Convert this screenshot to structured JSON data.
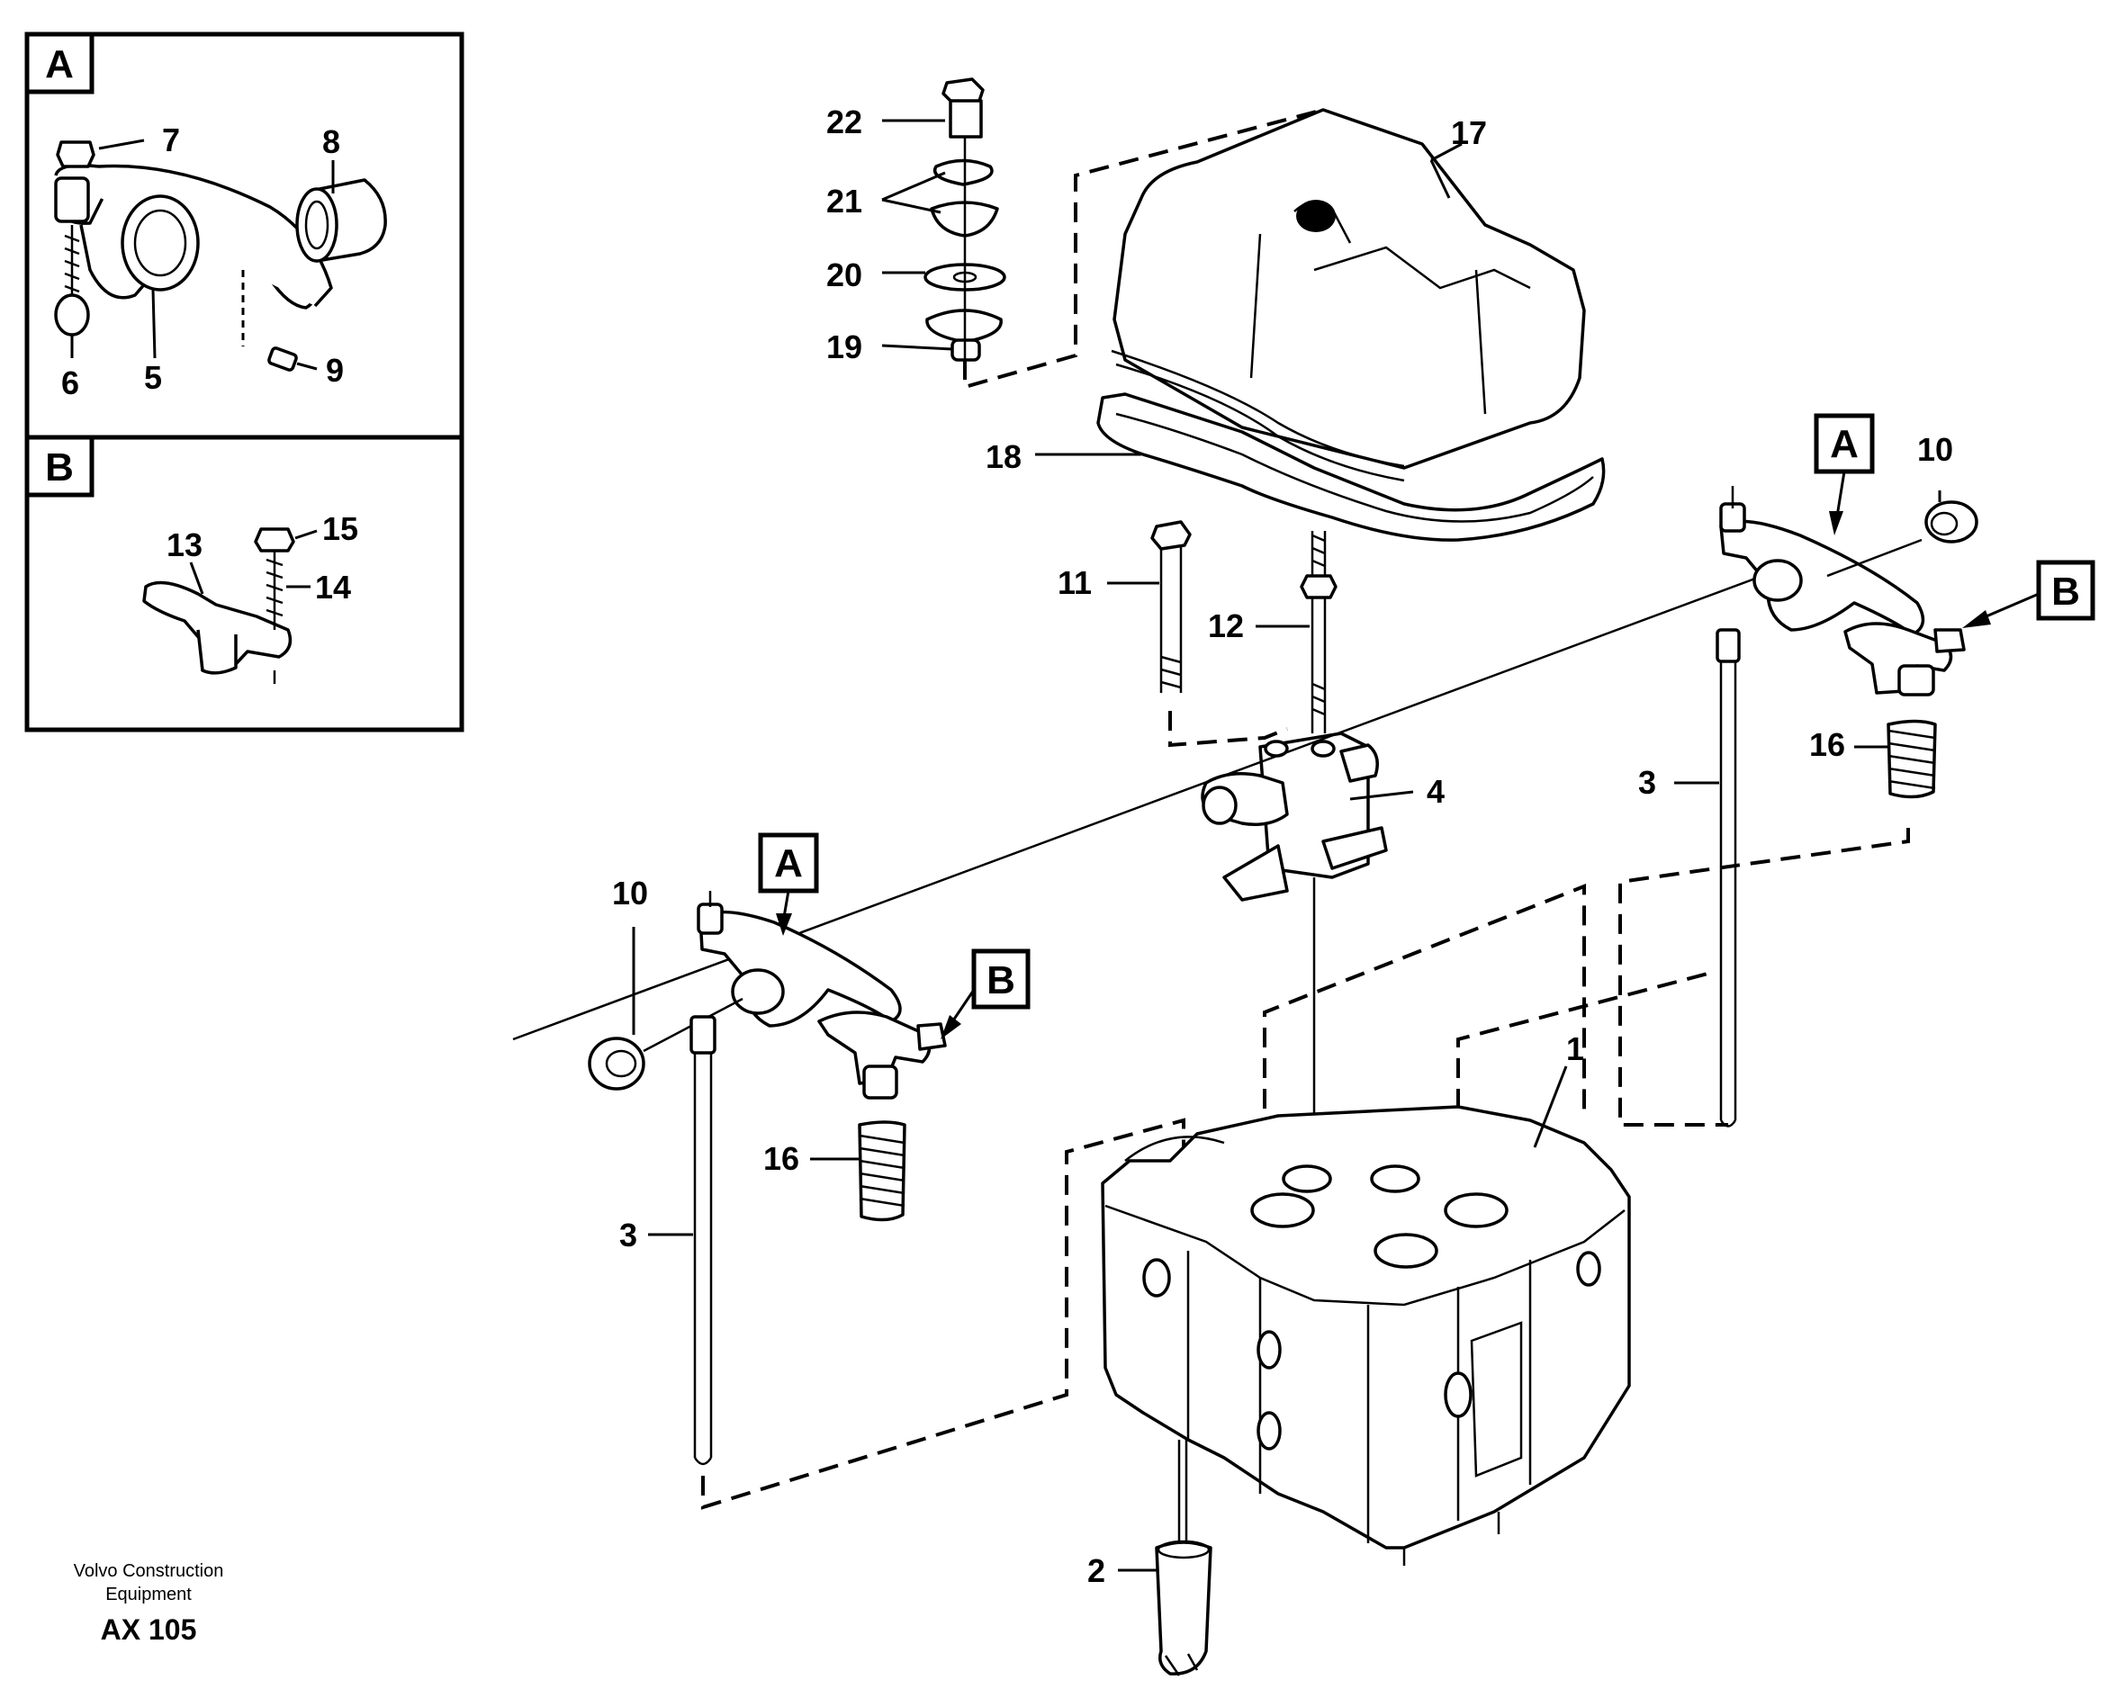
{
  "detail_views": [
    {
      "id": "A",
      "letter": "A",
      "labels": [
        "7",
        "8",
        "6",
        "5",
        "9"
      ]
    },
    {
      "id": "B",
      "letter": "B",
      "labels": [
        "13",
        "15",
        "14"
      ]
    }
  ],
  "callouts": {
    "a_top": "A",
    "b_top": "B",
    "a_left": "A",
    "b_left": "B"
  },
  "part_labels": {
    "p22": "22",
    "p21": "21",
    "p20": "20",
    "p19": "19",
    "p17": "17",
    "p18": "18",
    "p11": "11",
    "p12": "12",
    "p10_right": "10",
    "p16_right": "16",
    "p3_right": "3",
    "p4": "4",
    "p10_left": "10",
    "p16_left": "16",
    "p3_left": "3",
    "p1": "1",
    "p2": "2"
  },
  "footer": {
    "line1": "Volvo Construction",
    "line2": "Equipment",
    "code": "AX 105"
  }
}
